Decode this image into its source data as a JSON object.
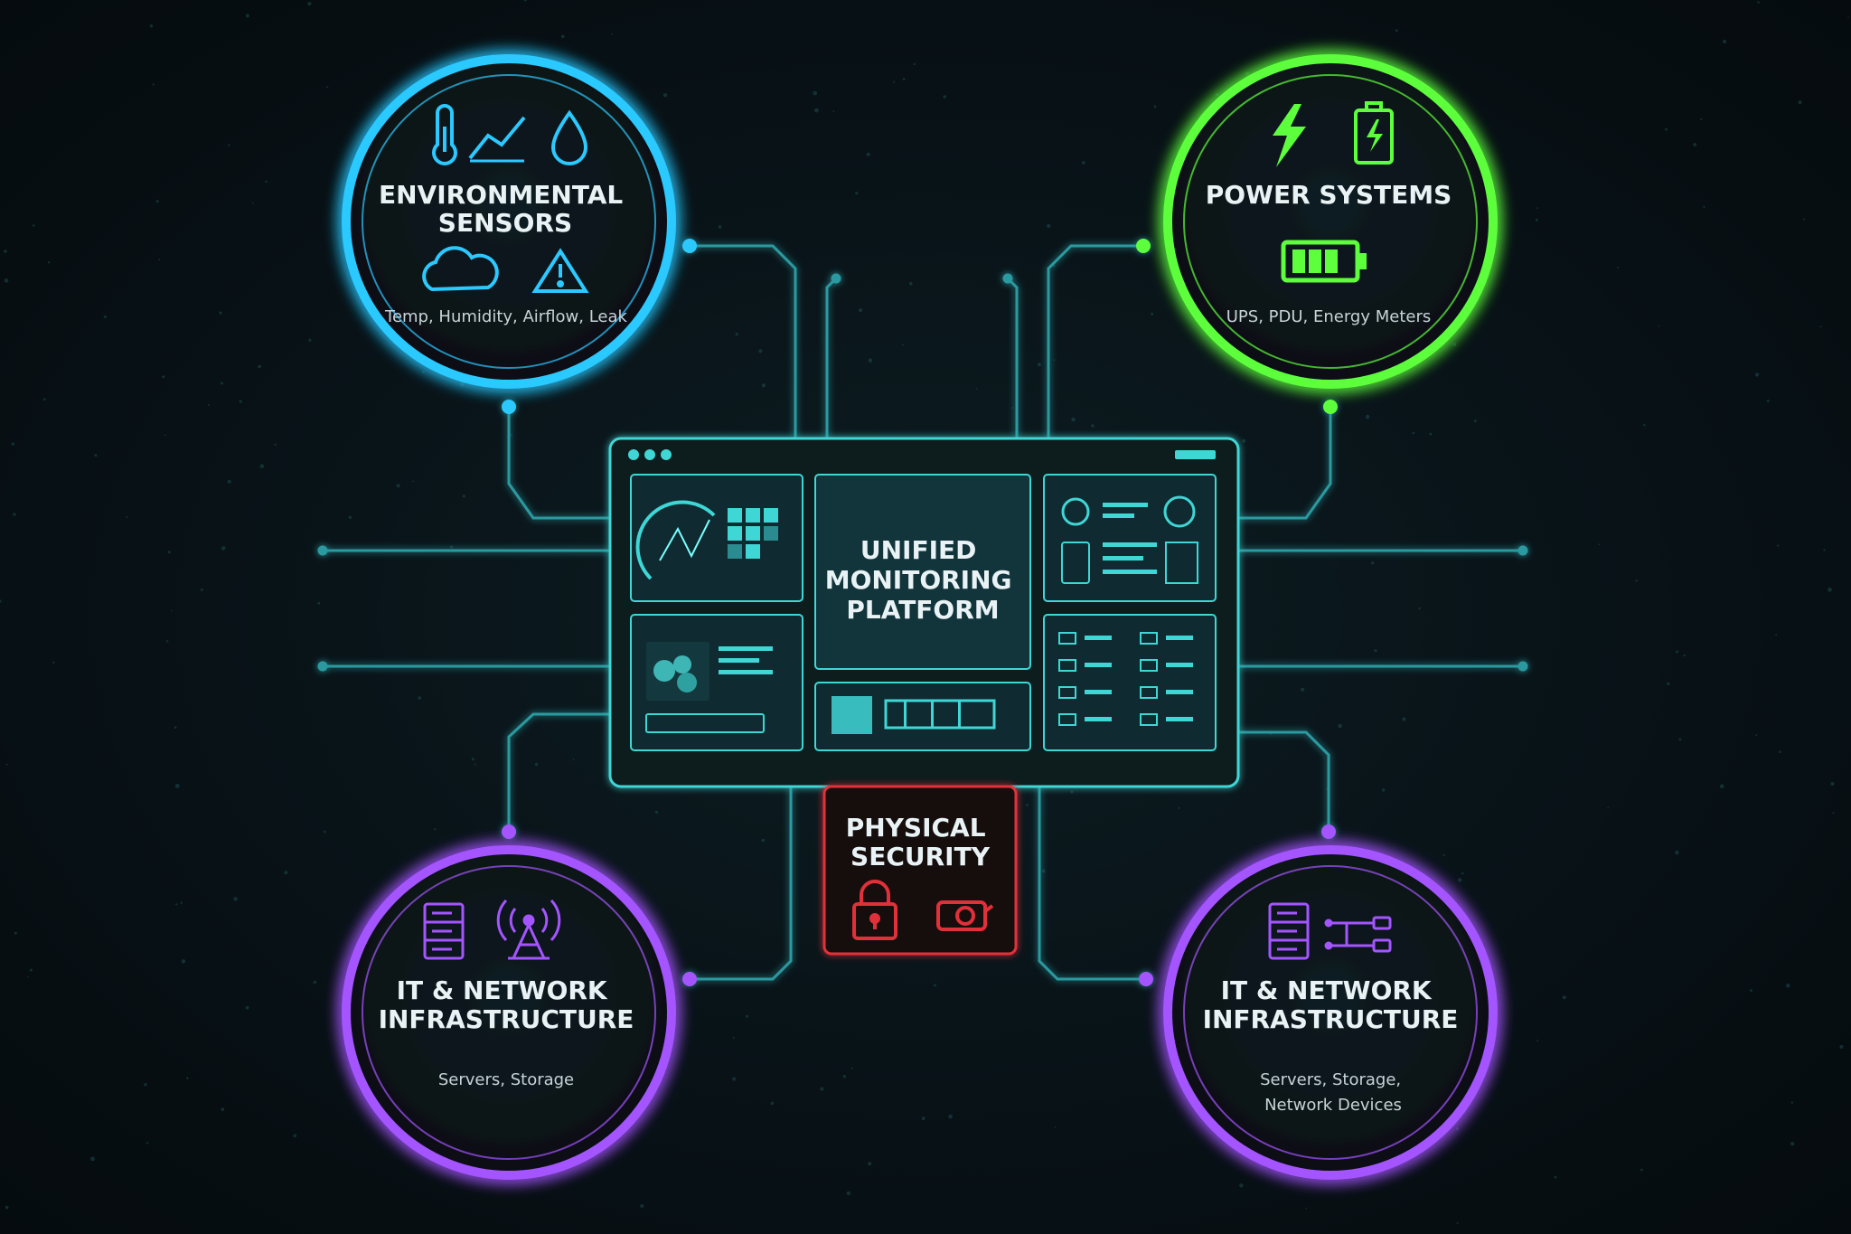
{
  "colors": {
    "background": "#071014",
    "trace": "#2a9aa0",
    "env": "#2bc9ff",
    "power": "#5dff3c",
    "it": "#a455ff",
    "security": "#e0303a",
    "panel": "#3fd6d6"
  },
  "center": {
    "title_lines": [
      "UNIFIED",
      "MONITORING",
      "PLATFORM"
    ]
  },
  "security": {
    "title_lines": [
      "PHYSICAL",
      "SECURITY"
    ],
    "icons": [
      "lock-icon",
      "camera-icon"
    ]
  },
  "hubs": [
    {
      "key": "env",
      "title_lines": [
        "ENVIRONMENTAL",
        "SENSORS"
      ],
      "subtitle_lines": [
        "Temp, Humidity, Airflow, Leak"
      ],
      "icons": [
        "thermometer-icon",
        "trend-line-icon",
        "water-drop-icon",
        "cloud-icon",
        "warning-icon"
      ]
    },
    {
      "key": "power",
      "title_lines": [
        "POWER SYSTEMS"
      ],
      "subtitle_lines": [
        "UPS, PDU, Energy Meters"
      ],
      "icons": [
        "lightning-icon",
        "battery-charging-icon",
        "battery-full-icon"
      ]
    },
    {
      "key": "it-left",
      "title_lines": [
        "IT & NETWORK",
        "INFRASTRUCTURE"
      ],
      "subtitle_lines": [
        "Servers, Storage"
      ],
      "icons": [
        "server-icon",
        "antenna-icon"
      ]
    },
    {
      "key": "it-right",
      "title_lines": [
        "IT & NETWORK",
        "INFRASTRUCTURE"
      ],
      "subtitle_lines": [
        "Servers, Storage,",
        "Network Devices"
      ],
      "icons": [
        "server-icon",
        "network-switch-icon"
      ]
    }
  ]
}
